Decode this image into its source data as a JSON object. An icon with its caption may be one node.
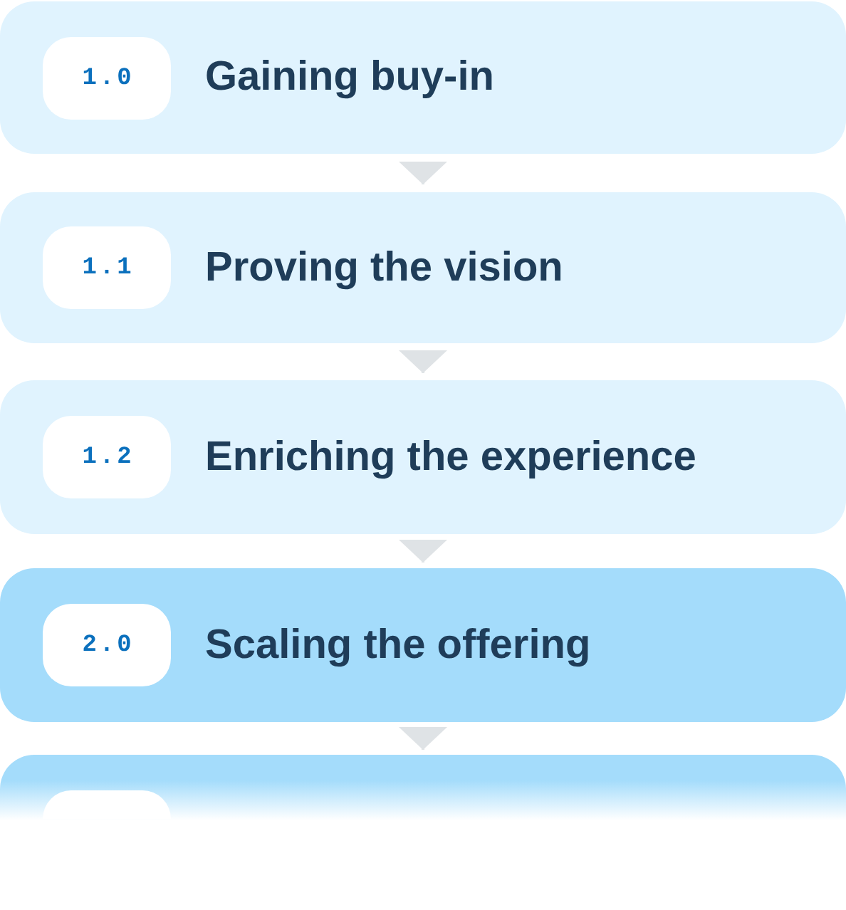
{
  "diagram": {
    "nodes": [
      {
        "text": [
          "Gaining buy-in"
        ]
      },
      {
        "text": [
          "1.0"
        ],
        "in": 0
      },
      {
        "text": [
          "Proving the vision"
        ]
      },
      {
        "text": [
          "1.1"
        ],
        "in": 2
      },
      {
        "text": [
          "Enriching the experience"
        ]
      },
      {
        "text": [
          "1.2"
        ],
        "in": 4
      },
      {
        "text": [
          "Scaling the offering"
        ]
      },
      {
        "text": [
          "2.0"
        ],
        "in": 6
      },
      {
        "text": [],
        "shape": "box"
      },
      {
        "text": [],
        "shape": "box",
        "in": 8
      }
    ],
    "edges": [
      {
        "from": 0,
        "to": 2,
        "arrow": "to"
      },
      {
        "from": 2,
        "to": 4,
        "arrow": "to"
      },
      {
        "from": 4,
        "to": 6,
        "arrow": "to"
      },
      {
        "from": 6,
        "to": 8,
        "arrow": "to"
      }
    ]
  }
}
